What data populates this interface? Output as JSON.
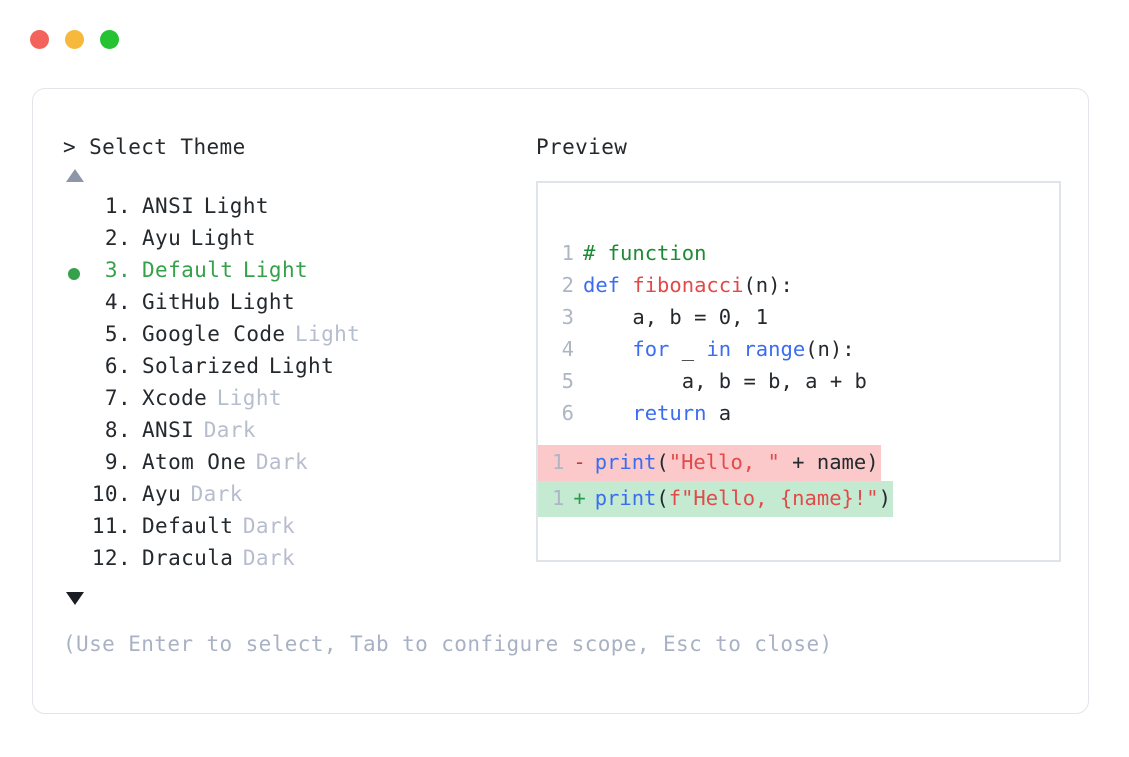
{
  "window": {
    "traffic_lights": [
      {
        "name": "close",
        "color": "#f4635b"
      },
      {
        "name": "minimize",
        "color": "#f6b93b"
      },
      {
        "name": "maximize",
        "color": "#25c233"
      }
    ]
  },
  "prompt": {
    "caret": ">",
    "title": "Select Theme",
    "scroll_up_icon": "triangle-up-icon",
    "scroll_down_icon": "triangle-down-icon"
  },
  "theme_list": {
    "selected_index": 3,
    "items": [
      {
        "index": "1.",
        "name": "ANSI",
        "variant": "Light",
        "variant_muted": false,
        "selected": false
      },
      {
        "index": "2.",
        "name": "Ayu",
        "variant": "Light",
        "variant_muted": false,
        "selected": false
      },
      {
        "index": "3.",
        "name": "Default",
        "variant": "Light",
        "variant_muted": false,
        "selected": true
      },
      {
        "index": "4.",
        "name": "GitHub",
        "variant": "Light",
        "variant_muted": false,
        "selected": false
      },
      {
        "index": "5.",
        "name": "Google Code",
        "variant": "Light",
        "variant_muted": true,
        "selected": false
      },
      {
        "index": "6.",
        "name": "Solarized",
        "variant": "Light",
        "variant_muted": false,
        "selected": false
      },
      {
        "index": "7.",
        "name": "Xcode",
        "variant": "Light",
        "variant_muted": true,
        "selected": false
      },
      {
        "index": "8.",
        "name": "ANSI",
        "variant": "Dark",
        "variant_muted": true,
        "selected": false
      },
      {
        "index": "9.",
        "name": "Atom One",
        "variant": "Dark",
        "variant_muted": true,
        "selected": false
      },
      {
        "index": "10.",
        "name": "Ayu",
        "variant": "Dark",
        "variant_muted": true,
        "selected": false
      },
      {
        "index": "11.",
        "name": "Default",
        "variant": "Dark",
        "variant_muted": true,
        "selected": false
      },
      {
        "index": "12.",
        "name": "Dracula",
        "variant": "Dark",
        "variant_muted": true,
        "selected": false
      }
    ]
  },
  "footer": {
    "hint": "(Use Enter to select, Tab to configure scope, Esc to close)"
  },
  "preview": {
    "title": "Preview",
    "code_lines": [
      {
        "num": "1",
        "tokens": [
          {
            "t": "# function",
            "c": "comment"
          }
        ]
      },
      {
        "num": "2",
        "tokens": [
          {
            "t": "def ",
            "c": "kw"
          },
          {
            "t": "fibonacci",
            "c": "fn"
          },
          {
            "t": "(n):",
            "c": "plain"
          }
        ]
      },
      {
        "num": "3",
        "tokens": [
          {
            "t": "    a, b = 0, 1",
            "c": "plain"
          }
        ]
      },
      {
        "num": "4",
        "tokens": [
          {
            "t": "    ",
            "c": "plain"
          },
          {
            "t": "for",
            "c": "kw"
          },
          {
            "t": " _ ",
            "c": "plain"
          },
          {
            "t": "in range",
            "c": "kw"
          },
          {
            "t": "(n):",
            "c": "plain"
          }
        ]
      },
      {
        "num": "5",
        "tokens": [
          {
            "t": "        a, b = b, a + b",
            "c": "plain"
          }
        ]
      },
      {
        "num": "6",
        "tokens": [
          {
            "t": "    ",
            "c": "plain"
          },
          {
            "t": "return",
            "c": "kw"
          },
          {
            "t": " a",
            "c": "plain"
          }
        ]
      }
    ],
    "diff_lines": [
      {
        "num": "1",
        "marker": "-",
        "kind": "deleted",
        "tokens": [
          {
            "t": "print",
            "c": "kw"
          },
          {
            "t": "(",
            "c": "plain"
          },
          {
            "t": "\"Hello, \"",
            "c": "str"
          },
          {
            "t": " + name)",
            "c": "plain"
          }
        ]
      },
      {
        "num": "1",
        "marker": "+",
        "kind": "added",
        "tokens": [
          {
            "t": "print",
            "c": "kw"
          },
          {
            "t": "(",
            "c": "plain"
          },
          {
            "t": "f\"Hello, {name}!\"",
            "c": "str"
          },
          {
            "t": ")",
            "c": "plain"
          }
        ]
      }
    ]
  },
  "colors": {
    "selected_green": "#35a14a",
    "keyword_blue": "#3b6df0",
    "string_red": "#e24a4a",
    "comment_green": "#1f8a36",
    "muted_gray": "#b6bdcc",
    "diff_del_bg": "#fbc9c9",
    "diff_add_bg": "#c4ebd2"
  }
}
